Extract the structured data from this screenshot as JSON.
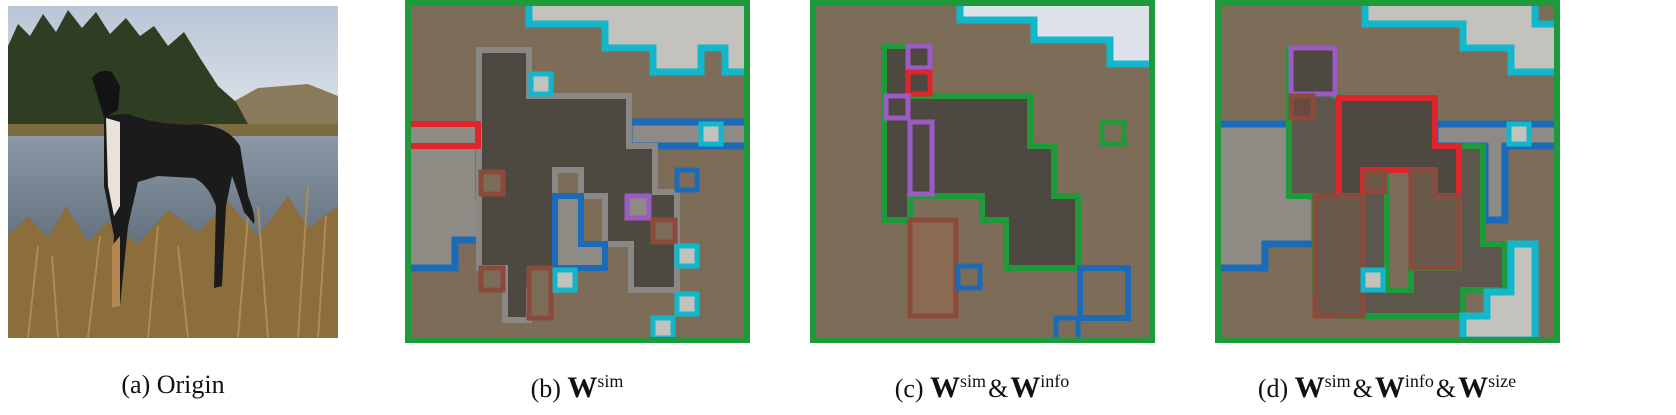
{
  "panels": [
    {
      "label": "(a) Origin"
    },
    {
      "label_prefix": "(b)",
      "W": "W",
      "sup1": "sim"
    },
    {
      "label_prefix": "(c)",
      "W": "W",
      "sup1": "sim",
      "amp": "&",
      "sup2": "info"
    },
    {
      "label_prefix": "(d)",
      "W": "W",
      "sup1": "sim",
      "amp": "&",
      "sup2": "info",
      "sup3": "size"
    }
  ],
  "colors": {
    "background_region": "#7c6c58",
    "dog_region": "#4e4940",
    "sky_region": "#c4c2bc",
    "water_region": "#8e8a84",
    "green_border": "#1f9a3a",
    "gray_border": "#8a8784",
    "cyan_border": "#12b7cc",
    "blue_border": "#1b6bb8",
    "red_border": "#e0242c",
    "purple_border": "#9a5cc2",
    "brown_border": "#8b4a3c"
  }
}
